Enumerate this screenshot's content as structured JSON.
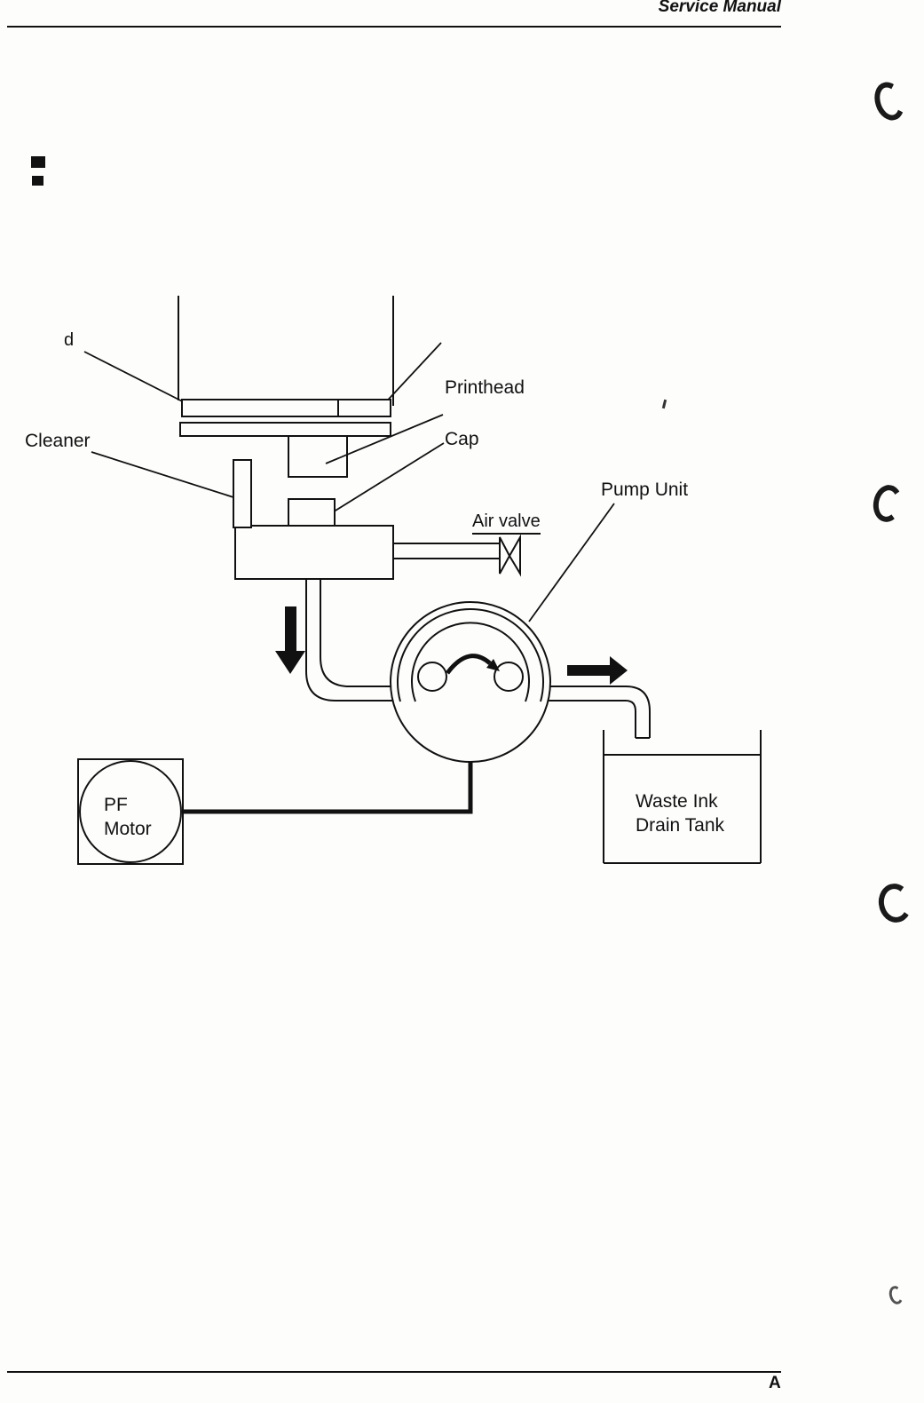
{
  "page": {
    "header_title": "Service Manual",
    "footer_label": "A"
  },
  "diagram": {
    "labels": {
      "d_label": "d",
      "printhead": "Printhead",
      "cleaner": "Cleaner",
      "cap": "Cap",
      "air_valve": "Air valve",
      "pump_unit": "Pump Unit"
    },
    "pf_motor": {
      "line1": "PF",
      "line2": "Motor"
    },
    "waste_tank": {
      "line1": "Waste Ink",
      "line2": "Drain Tank"
    }
  }
}
